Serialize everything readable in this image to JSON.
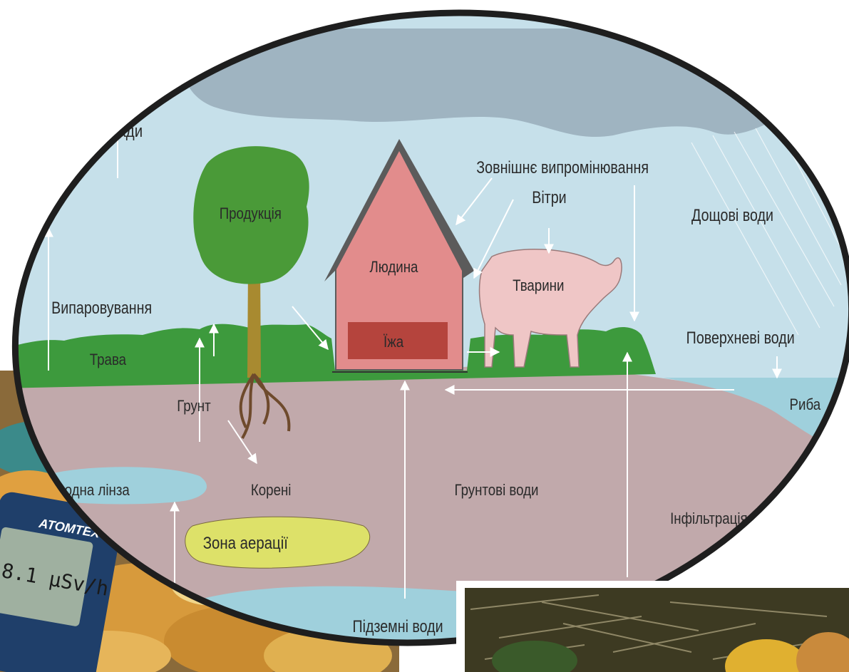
{
  "diagram": {
    "labels": {
      "opady": "Опади",
      "produktsiia": "Продукція",
      "liudyna": "Людина",
      "izha": "Їжа",
      "zovnishnie": "Зовнішнє випромінювання",
      "vitry": "Вітри",
      "doshchovi": "Дощові води",
      "tvaryny": "Тварини",
      "vyparovuvannia": "Випаровування",
      "poverkhnevi": "Поверхневі води",
      "trava": "Трава",
      "grunt": "Грунт",
      "ryba": "Риба",
      "vodna_linza": "Водна лінза",
      "koreni": "Корені",
      "gruntovi": "Грунтові води",
      "infiltratsiia": "Інфільтрація",
      "zona_aeratsii": "Зона аерації",
      "pidzemni": "Підземні води"
    },
    "colors": {
      "sky": "#c6e0ea",
      "cloud": "#9fb4c1",
      "soil": "#c1a9ab",
      "grass": "#3d9a3d",
      "tree_crown": "#4a9a38",
      "trunk": "#a88a30",
      "house": "#e28c8c",
      "food_box": "#b5443d",
      "cow": "#efc6c6",
      "water": "#9fd0dc",
      "aeration": "#dde169",
      "frame": "#1e1e1e"
    }
  },
  "device": {
    "brand": "ATOMTEX",
    "reading": "8.1 µSv/h"
  }
}
